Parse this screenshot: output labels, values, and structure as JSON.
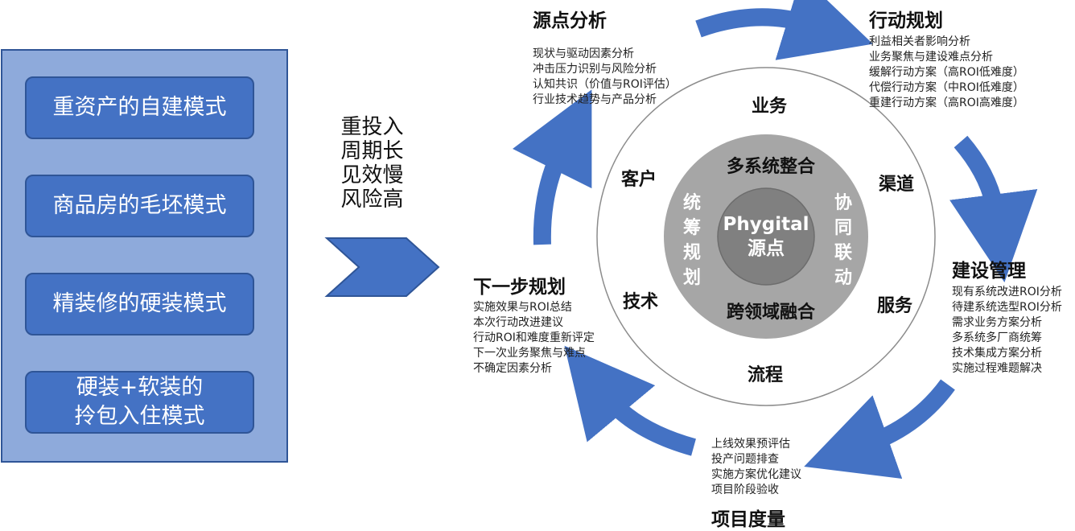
{
  "models": [
    {
      "label": "重资产的自建模式"
    },
    {
      "label": "商品房的毛坯模式"
    },
    {
      "label": "精装修的硬装模式"
    },
    {
      "label": "硬装+软装的\n拎包入住模式"
    }
  ],
  "traits": [
    "重投入",
    "周期长",
    "见效慢",
    "风险高"
  ],
  "stages": {
    "source": {
      "title": "源点分析",
      "items": [
        "现状与驱动因素分析",
        "冲击压力识别与风险分析",
        "认知共识（价值与ROI评估）",
        "行业技术趋势与产品分析"
      ]
    },
    "action": {
      "title": "行动规划",
      "items": [
        "利益相关者影响分析",
        "业务聚焦与建设难点分析",
        "缓解行动方案（高ROI低难度）",
        "代偿行动方案（中ROI低难度）",
        "重建行动方案（高ROI高难度）"
      ]
    },
    "build": {
      "title": "建设管理",
      "items": [
        "现有系统改进ROI分析",
        "待建系统选型ROI分析",
        "需求业务方案分析",
        "多系统多厂商统筹",
        "技术集成方案分析",
        "实施过程难题解决"
      ]
    },
    "measure": {
      "title": "项目度量",
      "items": [
        "上线效果预评估",
        "投产问题排查",
        "实施方案优化建议",
        "项目阶段验收"
      ]
    },
    "next": {
      "title": "下一步规划",
      "items": [
        "实施效果与ROI总结",
        "本次行动改进建议",
        "行动ROI和难度重新评定",
        "下一次业务聚焦与难点",
        "不确定因素分析"
      ]
    }
  },
  "ring": {
    "business": "业务",
    "channel": "渠道",
    "service": "服务",
    "process": "流程",
    "tech": "技术",
    "customer": "客户"
  },
  "inner": {
    "integration": "多系统整合",
    "fusion": "跨领域融合",
    "planning": "统筹规划",
    "linkage": "协同联动"
  },
  "core": {
    "line1": "Phygital",
    "line2": "源点"
  },
  "colors": {
    "arrow": "#4472c4",
    "panel": "#8eaadb",
    "box": "#4472c4",
    "ring_mid": "#a6a6a6",
    "core": "#808080"
  }
}
